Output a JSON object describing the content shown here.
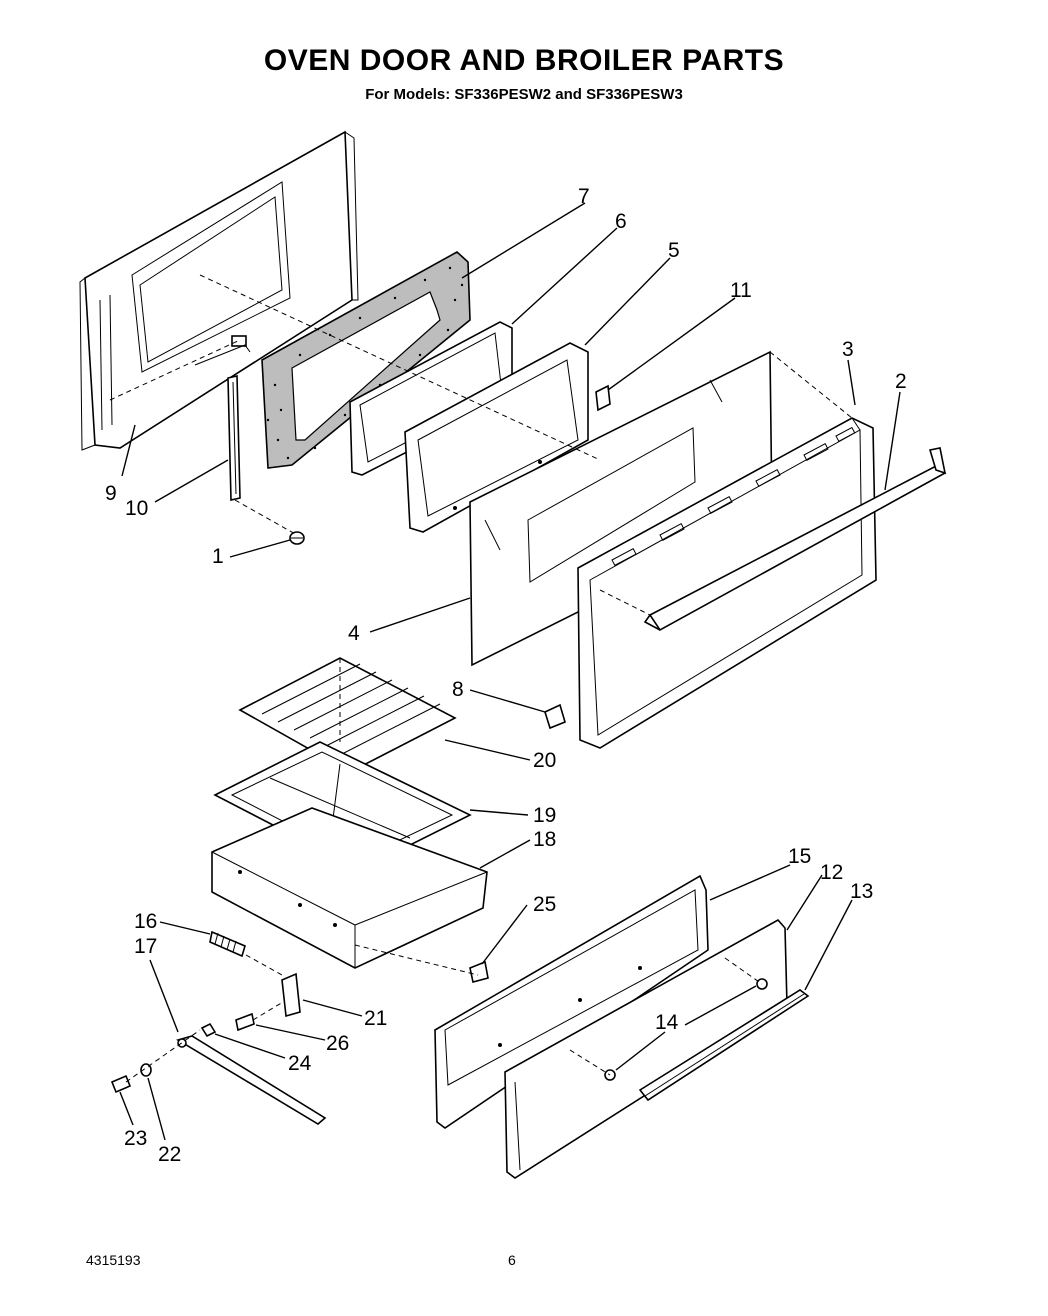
{
  "title": "OVEN DOOR AND BROILER PARTS",
  "subtitle": "For Models: SF336PESW2 and SF336PESW3",
  "callouts": [
    "1",
    "2",
    "3",
    "4",
    "5",
    "6",
    "7",
    "8",
    "9",
    "10",
    "11",
    "12",
    "13",
    "14",
    "15",
    "16",
    "17",
    "18",
    "19",
    "20",
    "21",
    "22",
    "23",
    "24",
    "25",
    "26"
  ],
  "footer": {
    "doc_number": "4315193",
    "page_number": "6"
  }
}
